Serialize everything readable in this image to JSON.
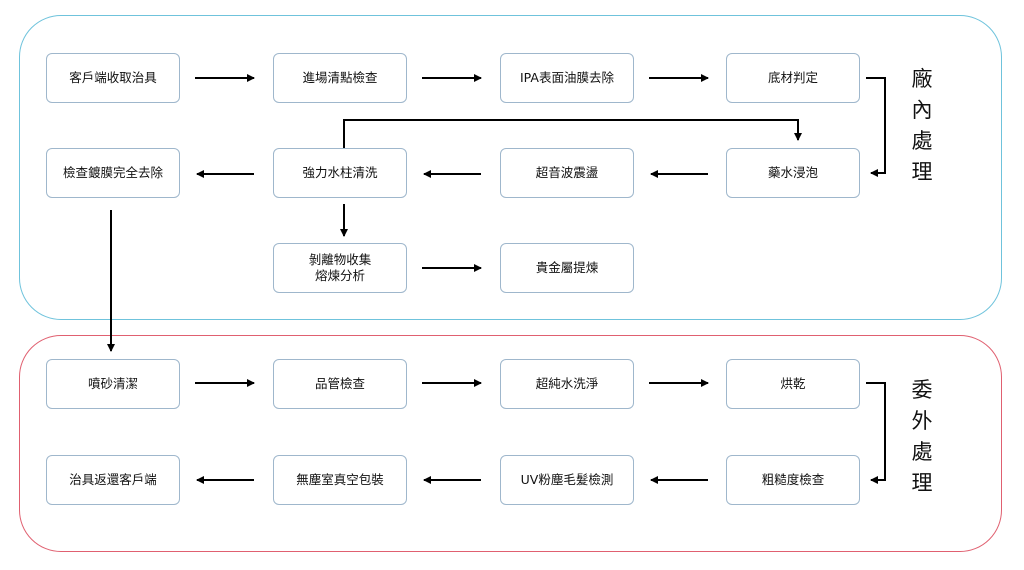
{
  "sections": {
    "in_house_label": "廠內處理",
    "outsourced_label": "委外處理"
  },
  "steps": {
    "receive": "客戶端收取治具",
    "inspect_in": "進場清點檢查",
    "ipa": "IPA表面油膜去除",
    "substrate": "底材判定",
    "soak": "藥水浸泡",
    "ultrasonic": "超音波震盪",
    "waterjet": "強力水柱清洗",
    "check_removed": "檢查鍍膜完全去除",
    "collect": "剝離物收集\n熔煉分析",
    "refine": "貴金屬提煉",
    "blast": "噴砂清潔",
    "qc": "品管檢查",
    "upw": "超純水洗淨",
    "dry": "烘乾",
    "roughness": "粗糙度檢查",
    "uv": "UV粉塵毛髮檢測",
    "pack": "無塵室真空包裝",
    "return": "治具返還客戶端"
  }
}
